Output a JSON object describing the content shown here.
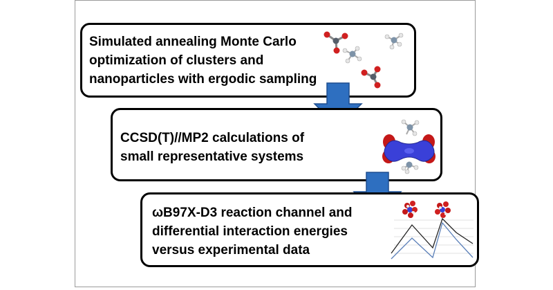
{
  "steps": [
    {
      "lines": [
        "Simulated annealing Monte Carlo",
        "optimization of clusters and",
        "nanoparticles with ergodic sampling"
      ]
    },
    {
      "lines": [
        "CCSD(T)//MP2 calculations of",
        "small representative systems"
      ]
    },
    {
      "lines": [
        "ωB97X-D3 reaction channel and",
        "differential interaction energies",
        "versus experimental data"
      ]
    }
  ],
  "icons": {
    "step1": [
      "molecule-carbonate-icon",
      "molecule-ammonium-icon",
      "molecule-ammonium-icon",
      "molecule-carbonate-icon"
    ],
    "step2": "orbital-density-icon",
    "step3": "energy-plot-icon"
  },
  "colors": {
    "arrow": "#2e6fc0",
    "arrow_stroke": "#1f4f8f",
    "oxygen": "#d02020",
    "carbon": "#555e6a",
    "nitrogen": "#7e93a8",
    "hydrogen": "#e6e6e6",
    "orbital_blue": "#3a40d8",
    "orbital_red": "#c41818"
  }
}
